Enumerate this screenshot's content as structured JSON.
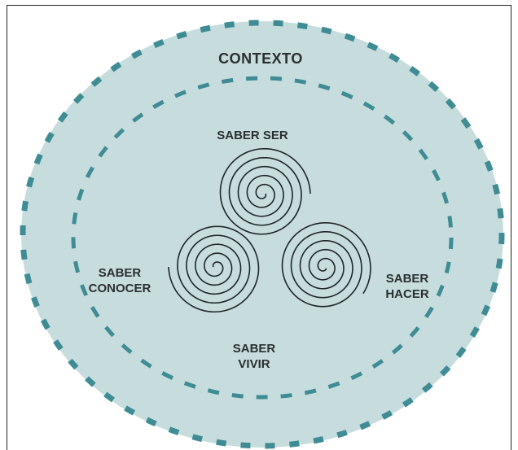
{
  "diagram": {
    "context_label": "CONTEXTO",
    "nodes": {
      "saber_ser": "SABER SER",
      "saber_conocer": [
        "SABER",
        "CONOCER"
      ],
      "saber_hacer": [
        "SABER",
        "HACER"
      ],
      "saber_vivir": [
        "SABER",
        "VIVIR"
      ]
    },
    "colors": {
      "background": "#c7dddd",
      "dash": "#3f8c95",
      "spiral": "#1f2526",
      "text": "#2b2f30"
    }
  }
}
